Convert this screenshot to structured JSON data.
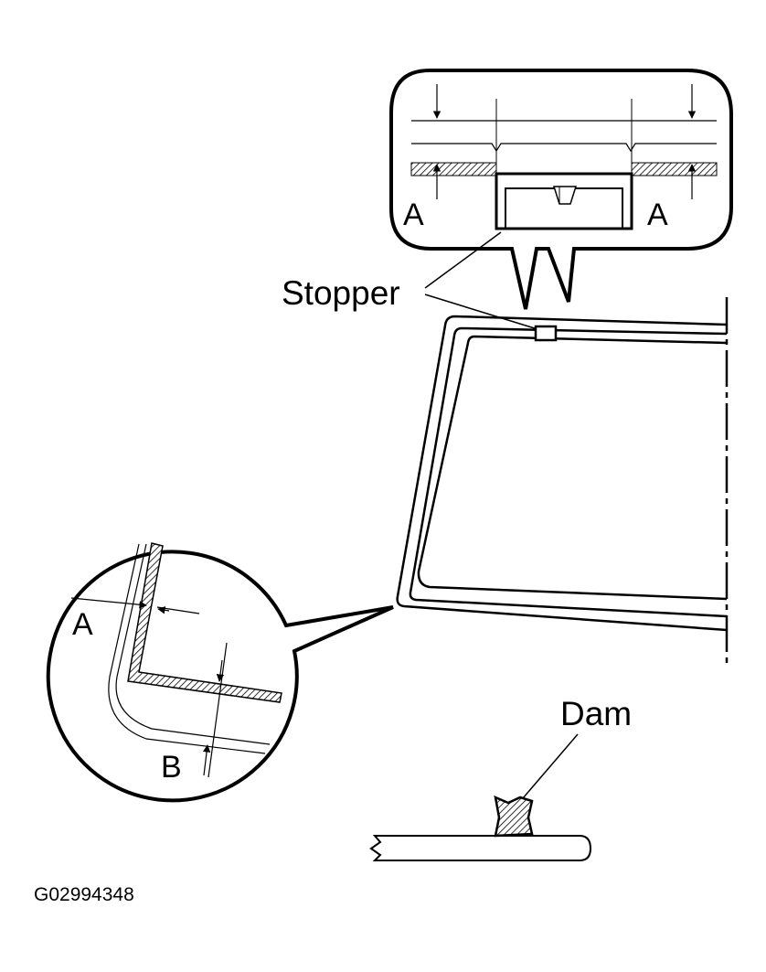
{
  "labels": {
    "stopper": "Stopper",
    "dam": "Dam",
    "a_top_left": "A",
    "a_top_right": "A",
    "a_detail": "A",
    "b_detail": "B",
    "figure_code": "G02994348"
  }
}
